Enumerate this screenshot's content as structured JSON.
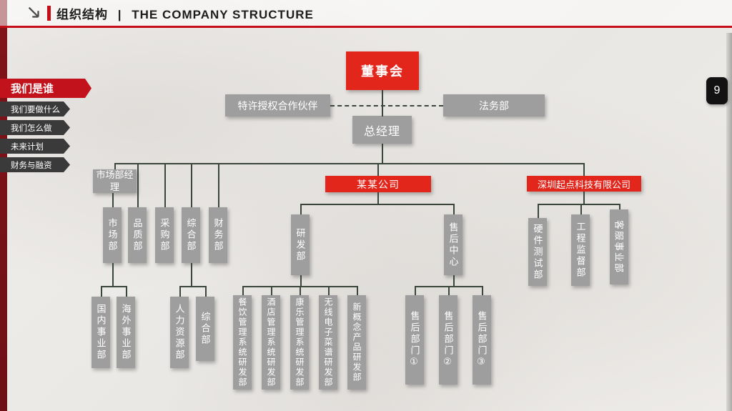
{
  "header": {
    "title_cn": "组织结构",
    "sep": "|",
    "title_en": "THE COMPANY STRUCTURE",
    "page_number": "9"
  },
  "colors": {
    "accent_red": "#c60d18",
    "box_red": "#e2261c",
    "box_gray": "#9e9e9e",
    "line": "#3a463a",
    "sidebar_dark": "#3a3a3a"
  },
  "sidebar": {
    "items": [
      {
        "label": "我们是谁",
        "active": true
      },
      {
        "label": "我们要做什么",
        "active": false
      },
      {
        "label": "我们怎么做",
        "active": false
      },
      {
        "label": "未来计划",
        "active": false
      },
      {
        "label": "财务与融资",
        "active": false
      }
    ]
  },
  "chart": {
    "board": "董事会",
    "partner": "特许授权合作伙伴",
    "legal": "法务部",
    "gm": "总经理",
    "left": {
      "head": "市场部经理",
      "depts": [
        "市场部",
        "品质部",
        "采购部",
        "综合部",
        "财务部"
      ],
      "market_sub": [
        "国内事业部",
        "海外事业部"
      ],
      "general_sub": [
        "人力资源部",
        "综合部"
      ]
    },
    "mid": {
      "head": "某某公司",
      "rd": "研发部",
      "service": "售后中心",
      "rd_sub": [
        "餐饮管理系统研发部",
        "酒店管理系统研发部",
        "康乐管理系统研发部",
        "无线电子菜谱研发部",
        "新概念产品研发部"
      ],
      "service_sub": [
        "售后部门①",
        "售后部门②",
        "售后部门③"
      ]
    },
    "right": {
      "head": "深圳起点科技有限公司",
      "depts": [
        "硬件测试部",
        "工程监督部",
        "客服事业部"
      ]
    }
  }
}
